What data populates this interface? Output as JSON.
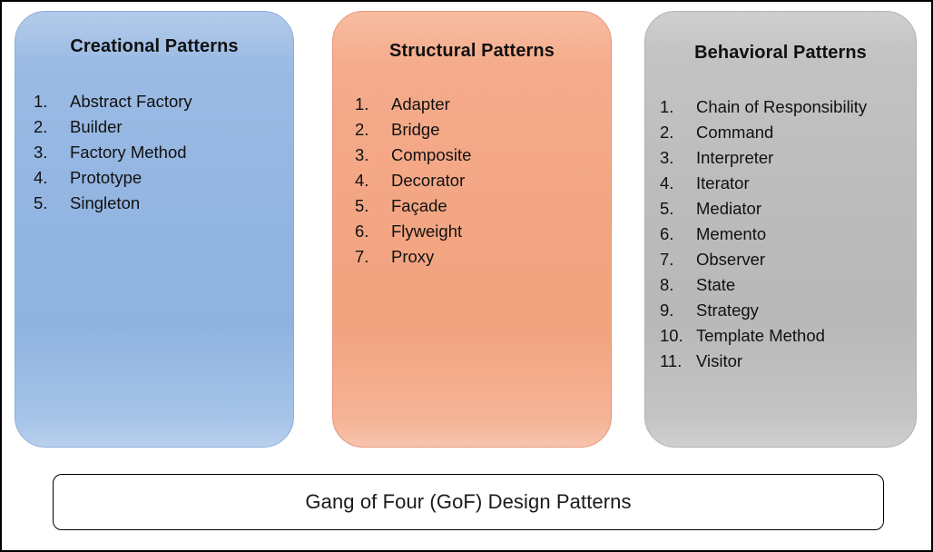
{
  "diagram": {
    "title_banner": "Gang of Four (GoF) Design Patterns",
    "categories": [
      {
        "key": "creational",
        "title": "Creational Patterns",
        "color": "#93b5e1",
        "items": [
          {
            "num": "1.",
            "label": "Abstract Factory"
          },
          {
            "num": "2.",
            "label": "Builder"
          },
          {
            "num": "3.",
            "label": "Factory Method"
          },
          {
            "num": "4.",
            "label": "Prototype"
          },
          {
            "num": "5.",
            "label": "Singleton"
          }
        ]
      },
      {
        "key": "structural",
        "title": "Structural Patterns",
        "color": "#f3a684",
        "items": [
          {
            "num": "1.",
            "label": "Adapter"
          },
          {
            "num": "2.",
            "label": "Bridge"
          },
          {
            "num": "3.",
            "label": "Composite"
          },
          {
            "num": "4.",
            "label": "Decorator"
          },
          {
            "num": "5.",
            "label": "Façade"
          },
          {
            "num": "6.",
            "label": "Flyweight"
          },
          {
            "num": "7.",
            "label": "Proxy"
          }
        ]
      },
      {
        "key": "behavioral",
        "title": "Behavioral Patterns",
        "color": "#bcbcbc",
        "items": [
          {
            "num": "1.",
            "label": "Chain of Responsibility"
          },
          {
            "num": "2.",
            "label": "Command"
          },
          {
            "num": "3.",
            "label": "Interpreter"
          },
          {
            "num": "4.",
            "label": "Iterator"
          },
          {
            "num": "5.",
            "label": "Mediator"
          },
          {
            "num": "6.",
            "label": "Memento"
          },
          {
            "num": "7.",
            "label": "Observer"
          },
          {
            "num": "8.",
            "label": "State"
          },
          {
            "num": "9.",
            "label": "Strategy"
          },
          {
            "num": "10.",
            "label": "Template Method"
          },
          {
            "num": "11.",
            "label": "Visitor"
          }
        ]
      }
    ]
  }
}
